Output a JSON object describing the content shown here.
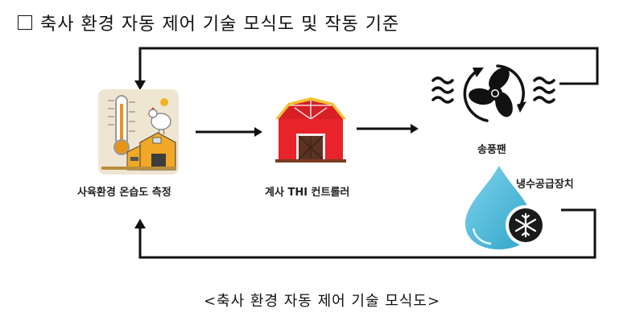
{
  "header": {
    "title": "축사 환경 자동 제어 기술 모식도 및 작동 기준",
    "bullet_icon": "empty-square"
  },
  "nodes": {
    "sensor": {
      "label": "사육환경 온습도 측정",
      "icon": "thermometer-chicken-barn-icon"
    },
    "controller": {
      "label": "계사 THI 컨트롤러",
      "icon": "red-barn-icon"
    },
    "fan": {
      "label": "송풍팬",
      "icon": "fan-icon"
    },
    "cooler": {
      "label": "냉수공급장치",
      "icon": "water-drop-snowflake-icon"
    }
  },
  "colors": {
    "barn_red": "#e8232a",
    "barn_roof": "#f2c232",
    "barn_door": "#5a3323",
    "drop_blue": "#4cb8d8",
    "icon_black": "#111111",
    "sensor_bg": "#efe6d2",
    "sensor_barn": "#f0a826"
  },
  "caption": "<축사 환경 자동 제어 기술 모식도>"
}
